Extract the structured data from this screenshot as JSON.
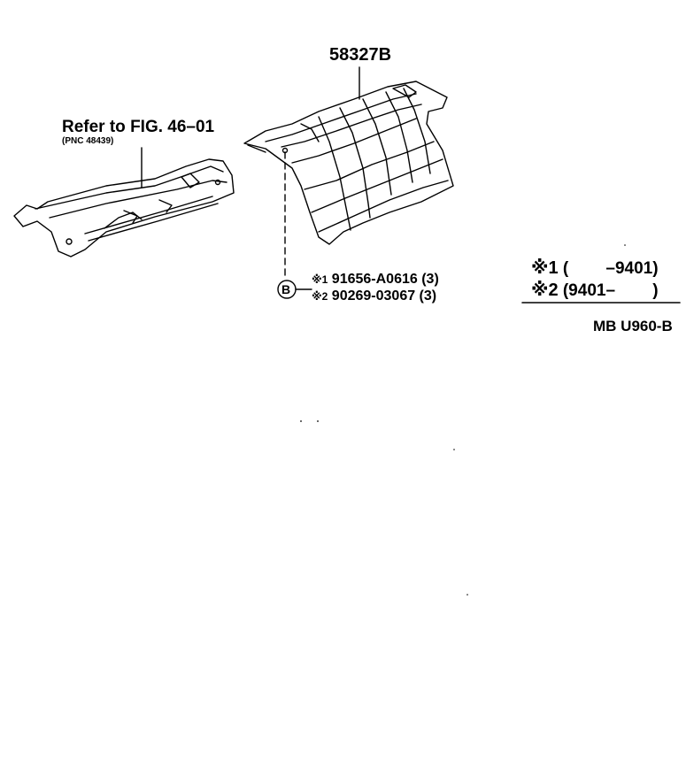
{
  "part_main": "58327B",
  "refer": {
    "line1": "Refer to FIG. 46–01",
    "line2": "(PNC 48439)"
  },
  "bolt_callout": {
    "symbol": "B",
    "items": [
      {
        "mark": "※1",
        "number": "91656-A0616 (3)"
      },
      {
        "mark": "※2",
        "number": "90269-03067 (3)"
      }
    ]
  },
  "legend": [
    {
      "mark": "※1",
      "range": "(        –9401)"
    },
    {
      "mark": "※2",
      "range": "(9401–        )"
    }
  ],
  "diagram_code": "MB U960-B"
}
